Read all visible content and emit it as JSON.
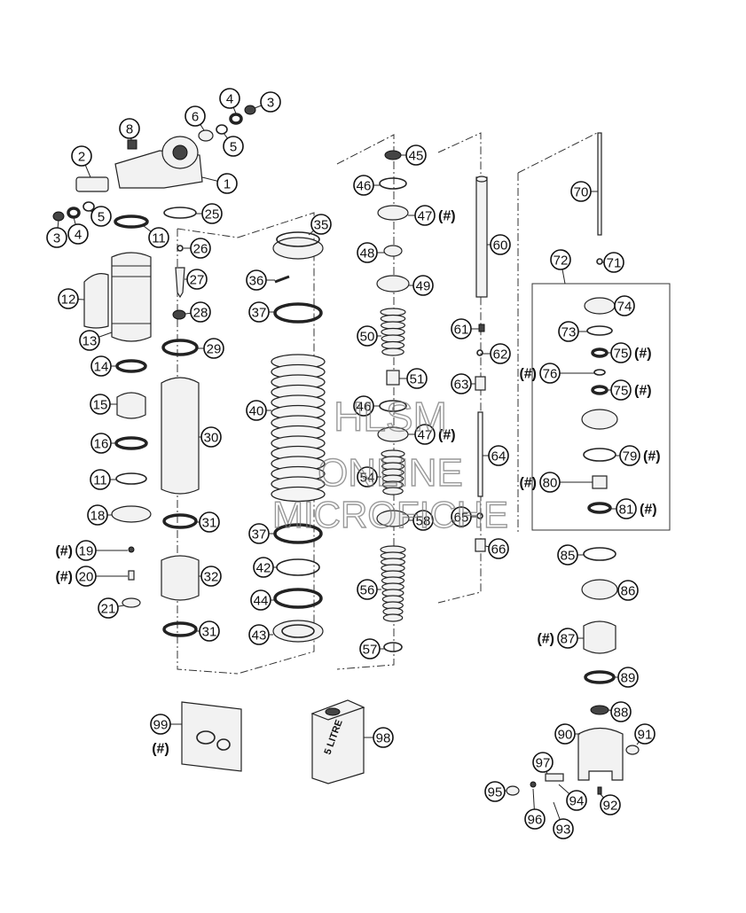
{
  "diagram": {
    "callouts": {
      "c1": "1",
      "c2": "2",
      "c3a": "3",
      "c3b": "3",
      "c4a": "4",
      "c4b": "4",
      "c5a": "5",
      "c5b": "5",
      "c6": "6",
      "c8": "8",
      "c11a": "11",
      "c11b": "11",
      "c12": "12",
      "c13": "13",
      "c14": "14",
      "c15": "15",
      "c16": "16",
      "c18": "18",
      "c19": "19",
      "c20": "20",
      "c21": "21",
      "c25": "25",
      "c26": "26",
      "c27": "27",
      "c28": "28",
      "c29": "29",
      "c30": "30",
      "c31a": "31",
      "c31b": "31",
      "c32": "32",
      "c35": "35",
      "c36": "36",
      "c37a": "37",
      "c37b": "37",
      "c40": "40",
      "c42": "42",
      "c43": "43",
      "c44": "44",
      "c45": "45",
      "c46a": "46",
      "c46b": "46",
      "c47a": "47",
      "c47b": "47",
      "c48": "48",
      "c49": "49",
      "c50": "50",
      "c51": "51",
      "c54": "54",
      "c56": "56",
      "c57": "57",
      "c58": "58",
      "c60": "60",
      "c61": "61",
      "c62": "62",
      "c63": "63",
      "c64": "64",
      "c65": "65",
      "c66": "66",
      "c70": "70",
      "c71": "71",
      "c72": "72",
      "c73": "73",
      "c74": "74",
      "c75a": "75",
      "c75b": "75",
      "c76": "76",
      "c79": "79",
      "c80": "80",
      "c81": "81",
      "c85": "85",
      "c86": "86",
      "c87": "87",
      "c88": "88",
      "c89": "89",
      "c90": "90",
      "c91": "91",
      "c92": "92",
      "c93": "93",
      "c94": "94",
      "c95": "95",
      "c96": "96",
      "c97": "97",
      "c98": "98",
      "c99": "99"
    },
    "hash_mark": "(#)",
    "oil_can_label": "5 LITRE",
    "watermark": {
      "line1": "HLSM",
      "line2": "ONLINE",
      "line3": "MICROFICHE"
    }
  }
}
